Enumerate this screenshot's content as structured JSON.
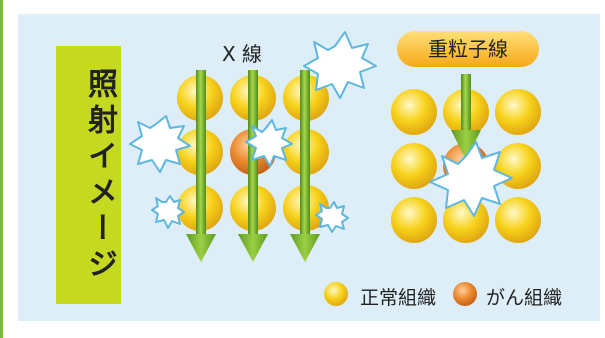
{
  "vertical_label": "照射イメージ",
  "xray_title": "X 線",
  "heavy_ion_title": "重粒子線",
  "legend": {
    "normal": "正常組織",
    "cancer": "がん組織"
  },
  "colors": {
    "panel_bg": "#ddeef8",
    "label_bg": "#c6d921",
    "beam_green": "#6fa82a",
    "normal_cell": "#f7d21a",
    "cancer_cell": "#e8822a",
    "burst_outline": "#5fb7e0"
  },
  "icons": [
    "starburst-icon",
    "beam-arrow-icon",
    "cell-icon"
  ]
}
